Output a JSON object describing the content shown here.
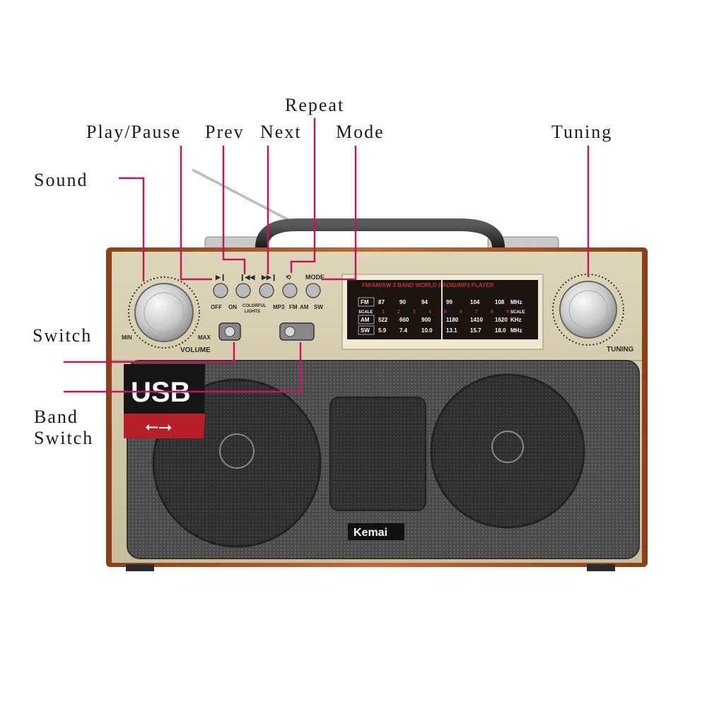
{
  "callouts": {
    "sound": "Sound",
    "play_pause": "Play/Pause",
    "prev": "Prev",
    "next": "Next",
    "repeat": "Repeat",
    "mode": "Mode",
    "tuning": "Tuning",
    "switch": "Switch",
    "band_switch_line1": "Band",
    "band_switch_line2": "Switch"
  },
  "radio": {
    "volume_label": "VOLUME",
    "volume_min": "MIN",
    "volume_max": "MAX",
    "tuning_label": "TUNING",
    "button_mode_label": "MODE",
    "light_switch": {
      "off": "OFF",
      "on": "ON",
      "colorful": "COLORFUL",
      "lights": "LIGHTS"
    },
    "band_switch": {
      "mp3": "MP3",
      "fm": "FM",
      "am": "AM",
      "sw": "SW"
    },
    "usb_label": "USB",
    "brand": "Kemai"
  },
  "dial": {
    "title": "FM/AM/SW 3 BAND  WORLD RADIO/MP3 PLAYER",
    "fm": {
      "band": "FM",
      "values": [
        "87",
        "90",
        "94",
        "99",
        "104",
        "108"
      ],
      "unit": "MHz"
    },
    "scale": {
      "label": "SCALE",
      "values": [
        "1",
        "2",
        "3",
        "4",
        "5",
        "6",
        "7",
        "8",
        "9"
      ]
    },
    "am": {
      "band": "AM",
      "values": [
        "522",
        "660",
        "900",
        "1180",
        "1410",
        "1620"
      ],
      "unit": "KHz"
    },
    "sw": {
      "band": "SW",
      "values": [
        "5.9",
        "7.4",
        "10.0",
        "13.1",
        "15.7",
        "18.0"
      ],
      "unit": "MHz"
    }
  },
  "colors": {
    "callout_line": "#c2185b",
    "faceplate": "#cfc6a8",
    "wood": "#b45a2a",
    "grille": "#5a5a5a",
    "dial_bg": "#1a1410"
  }
}
